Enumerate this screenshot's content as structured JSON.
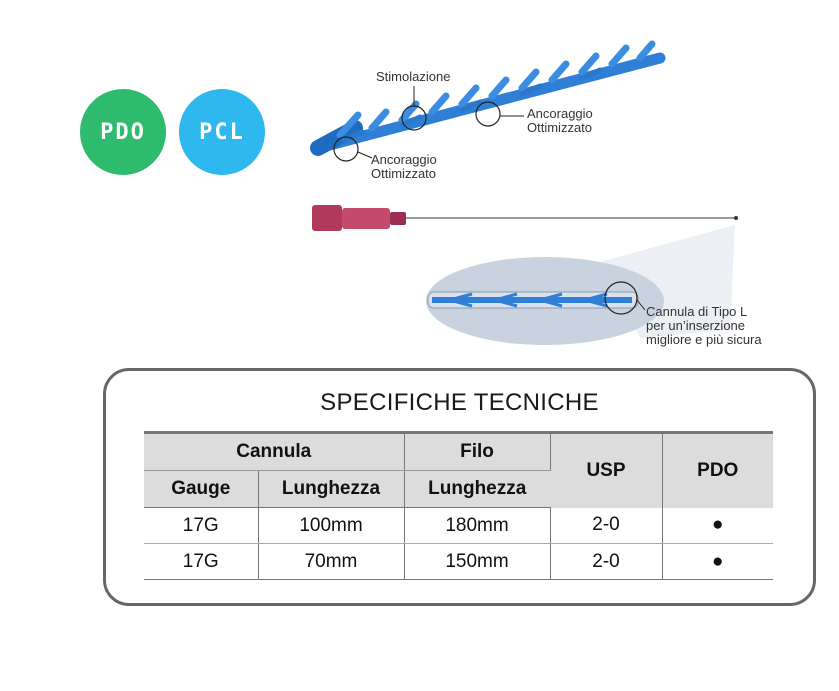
{
  "badges": [
    "PDO",
    "PCL"
  ],
  "callouts": {
    "top": "Stimolazione",
    "right_line1": "Ancoraggio",
    "right_line2": "Ottimizzato",
    "left_line1": "Ancoraggio",
    "left_line2": "Ottimizzato",
    "cannula_line1": "Cannula di Tipo L",
    "cannula_line2": "per un’inserzione",
    "cannula_line3": "migliore e più sicura"
  },
  "spec": {
    "title": "SPECIFICHE TECNICHE",
    "group_headers": {
      "cannula": "Cannula",
      "filo": "Filo",
      "usp": "USP",
      "pdo": "PDO"
    },
    "sub_headers": {
      "gauge": "Gauge",
      "cannula_length": "Lunghezza",
      "filo_length": "Lunghezza"
    },
    "rows": [
      {
        "gauge": "17G",
        "cannula_length": "100mm",
        "filo_length": "180mm",
        "usp": "2-0",
        "pdo": "●"
      },
      {
        "gauge": "17G",
        "cannula_length": "70mm",
        "filo_length": "150mm",
        "usp": "2-0",
        "pdo": "●"
      }
    ]
  },
  "colors": {
    "pdo": "#2fbb6e",
    "pcl": "#2fb8ee",
    "thread": "#2f7fd6",
    "hub": "#b03a5a"
  }
}
